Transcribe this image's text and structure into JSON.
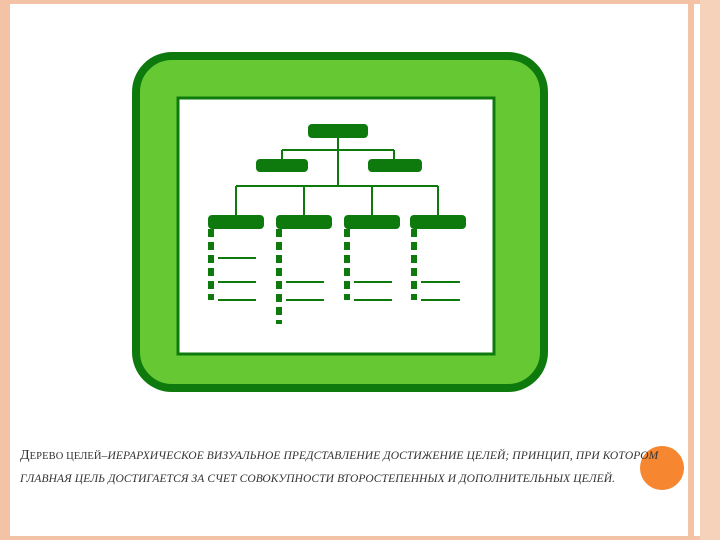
{
  "caption": {
    "lead_initial": "Д",
    "lead_rest": "ерево целей",
    "text": "–иерархическое визуальное представление достижение целей; принцип, при котором главная цель достигается за счет совокупности второстепенных и дополнительных целей."
  },
  "icon": {
    "name": "goal-tree-icon",
    "accent": "#2e9e1f",
    "fill": "#66c933",
    "dark": "#0e7a0e"
  },
  "colors": {
    "frame": "#f4c2a4",
    "dot": "#f6862f"
  }
}
